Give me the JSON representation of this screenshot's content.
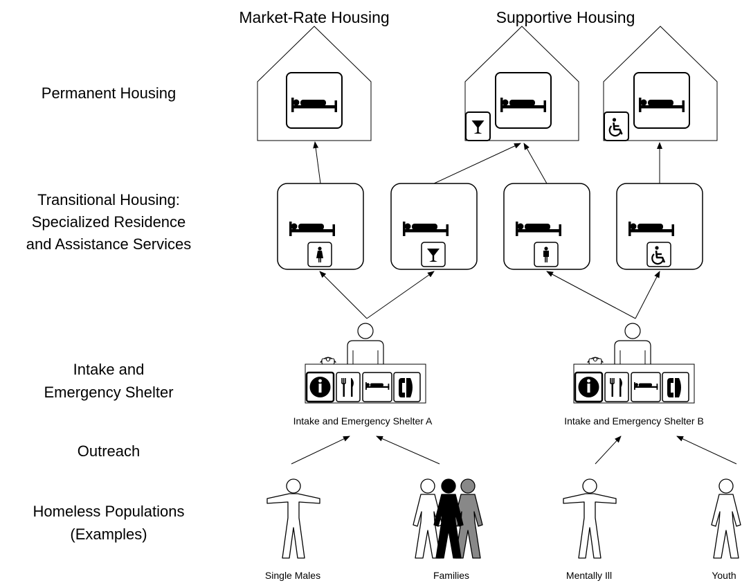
{
  "headers": {
    "market_rate": "Market-Rate Housing",
    "supportive": "Supportive Housing"
  },
  "levels": {
    "permanent": "Permanent Housing",
    "transitional_line1": "Transitional Housing:",
    "transitional_line2": "Specialized Residence",
    "transitional_line3": "and Assistance Services",
    "intake_line1": "Intake and",
    "intake_line2": "Emergency Shelter",
    "outreach": "Outreach",
    "populations_line1": "Homeless Populations",
    "populations_line2": "(Examples)"
  },
  "shelters": {
    "a": "Intake and Emergency Shelter A",
    "b": "Intake and Emergency Shelter B"
  },
  "populations": {
    "single_males": "Single Males",
    "families": "Families",
    "mentally_ill": "Mentally Ill",
    "youth": "Youth"
  },
  "icons": {
    "bed": "bed-icon",
    "woman": "woman-icon",
    "man": "man-icon",
    "cocktail": "cocktail-glass-icon",
    "wheelchair": "wheelchair-icon",
    "info": "info-icon",
    "fork_knife": "fork-knife-icon",
    "phone": "phone-icon",
    "telephone_desk": "telephone-icon",
    "person": "person-icon"
  },
  "colors": {
    "stroke": "#000000",
    "family_dark": "#000000",
    "family_gray": "#888888",
    "background": "#ffffff"
  }
}
